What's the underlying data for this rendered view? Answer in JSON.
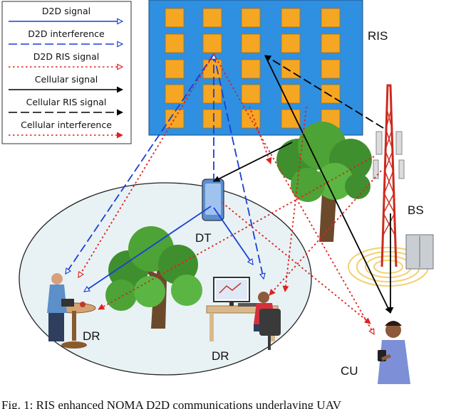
{
  "legend": [
    {
      "label": "D2D signal",
      "stroke": "#1a3fd6",
      "style": "solid",
      "head": "open"
    },
    {
      "label": "D2D interference",
      "stroke": "#1a3fd6",
      "style": "dash",
      "head": "open"
    },
    {
      "label": "D2D RIS signal",
      "stroke": "#e02020",
      "style": "dot",
      "head": "open"
    },
    {
      "label": "Cellular signal",
      "stroke": "#000000",
      "style": "solid",
      "head": "filled"
    },
    {
      "label": "Cellular RIS signal",
      "stroke": "#000000",
      "style": "dash",
      "head": "filled"
    },
    {
      "label": "Cellular interference",
      "stroke": "#e02020",
      "style": "dot",
      "head": "filled"
    }
  ],
  "labels": {
    "ris": "RIS",
    "bs": "BS",
    "dt": "DT",
    "dr_left": "DR",
    "dr_right": "DR",
    "cu": "CU"
  },
  "caption": "Fig. 1: RIS enhanced NOMA D2D communications underlaying UAV",
  "colors": {
    "ris_panel": "#2f8fe0",
    "ris_element": "#f5a623",
    "d2d": "#1a3fd6",
    "interference": "#e02020",
    "cellular": "#000000",
    "cluster": "#e8f2f4",
    "tower": "#cc2a1e"
  }
}
